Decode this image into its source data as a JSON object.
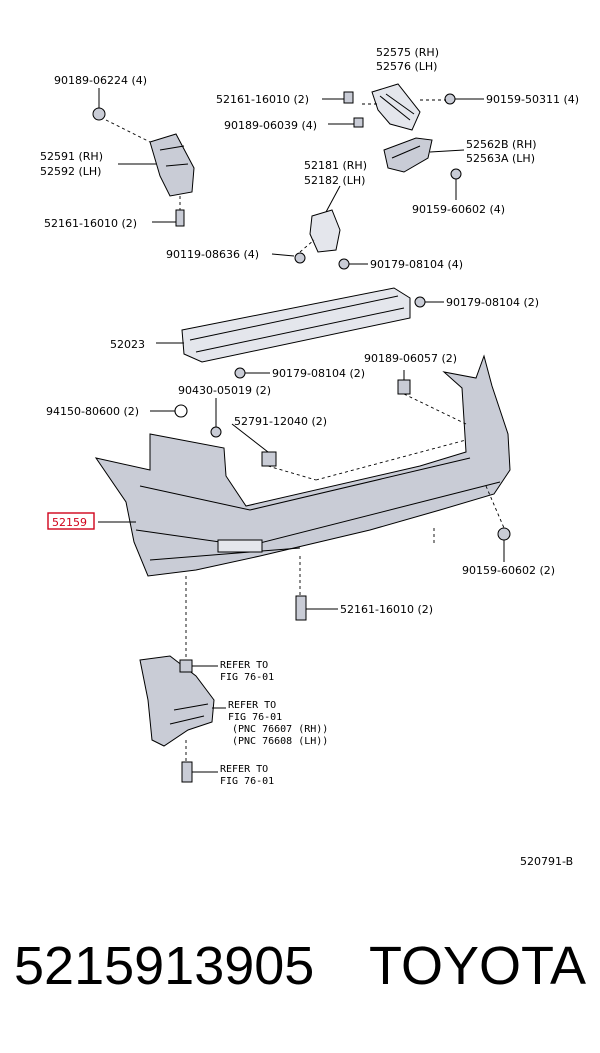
{
  "diagram": {
    "figure_code": "520791-B",
    "labels": {
      "l_90189_06224": "90189-06224 (4)",
      "l_52575": "52575 (RH)",
      "l_52576": "52576 (LH)",
      "l_52161_16010_top": "52161-16010 (2)",
      "l_90159_50311": "90159-50311 (4)",
      "l_90189_06039": "90189-06039 (4)",
      "l_52591": "52591 (RH)",
      "l_52592": "52592 (LH)",
      "l_52562b": "52562B (RH)",
      "l_52563a": "52563A (LH)",
      "l_52181": "52181 (RH)",
      "l_52182": "52182 (LH)",
      "l_52161_16010_left": "52161-16010 (2)",
      "l_90159_60602_top": "90159-60602 (4)",
      "l_90119_08636": "90119-08636 (4)",
      "l_90179_08104_a": "90179-08104 (4)",
      "l_90179_08104_b": "90179-08104 (2)",
      "l_52023": "52023",
      "l_90189_06057": "90189-06057 (2)",
      "l_90179_08104_c": "90179-08104 (2)",
      "l_90430_05019": "90430-05019 (2)",
      "l_94150_80600": "94150-80600 (2)",
      "l_52791_12040": "52791-12040 (2)",
      "l_52159": "52159",
      "l_90159_60602_bottom": "90159-60602 (2)",
      "l_52161_16010_bottom": "52161-16010 (2)",
      "ref1_line1": "REFER TO",
      "ref1_line2": "FIG 76-01",
      "ref2_line1": "REFER TO",
      "ref2_line2": "FIG 76-01",
      "ref2_line3": "(PNC 76607 (RH))",
      "ref2_line4": "(PNC 76608 (LH))",
      "ref3_line1": "REFER TO",
      "ref3_line2": "FIG 76-01"
    }
  },
  "footer": {
    "part_number": "5215913905",
    "brand": "TOYOTA"
  },
  "colors": {
    "highlight": "#d0021b",
    "part_shade": "#c9ccd6"
  }
}
